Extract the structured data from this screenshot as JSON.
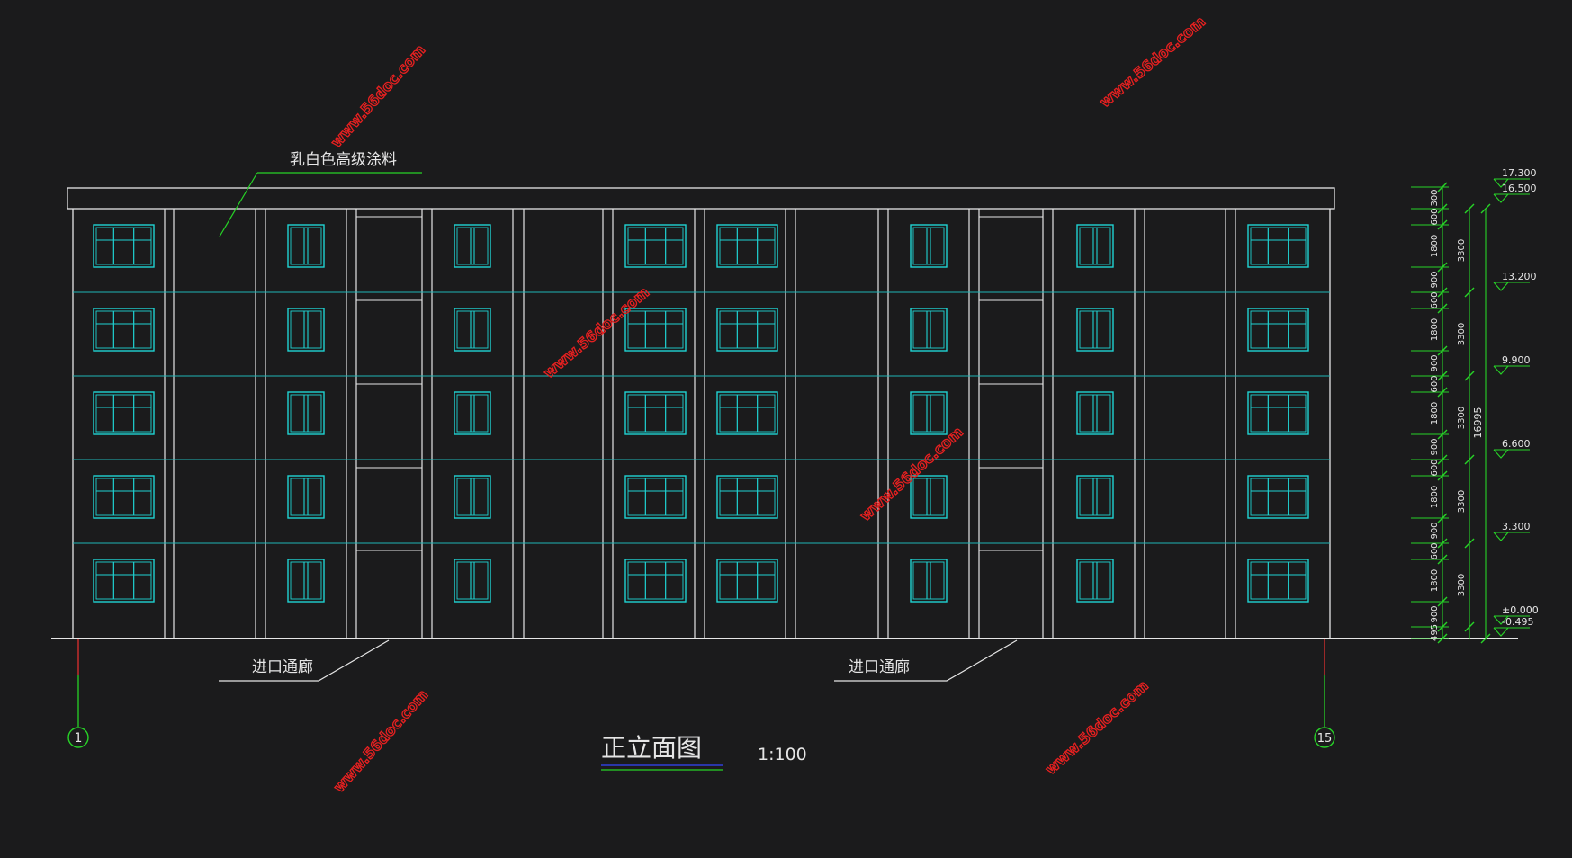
{
  "drawing": {
    "title": "正立面图",
    "scale": "1:100",
    "colors": {
      "background": "#1b1b1c",
      "outline": "#e6e6e6",
      "window": "#1fd3d3",
      "floor_band": "#1fb6b6",
      "dimension": "#27d327",
      "axis_line": "#e03030",
      "watermark": "#e62020"
    }
  },
  "labels": {
    "finish_note": "乳白色高级涂料",
    "entrance_left": "进口通廊",
    "entrance_right": "进口通廊"
  },
  "axes": {
    "left": "1",
    "right": "15"
  },
  "elevations": [
    "17.300",
    "16.500",
    "13.200",
    "9.900",
    "6.600",
    "3.300",
    "±0.000",
    "-0.495"
  ],
  "dimensions": {
    "segments": [
      "300",
      "600",
      "1800",
      "900",
      "600",
      "1800",
      "900",
      "600",
      "1800",
      "900",
      "600",
      "1800",
      "900",
      "600",
      "1800",
      "900",
      "495"
    ],
    "floor_heights": [
      "3300",
      "3300",
      "3300",
      "3300",
      "3300"
    ],
    "total_height": "16995"
  },
  "watermark": "www.56doc.com"
}
